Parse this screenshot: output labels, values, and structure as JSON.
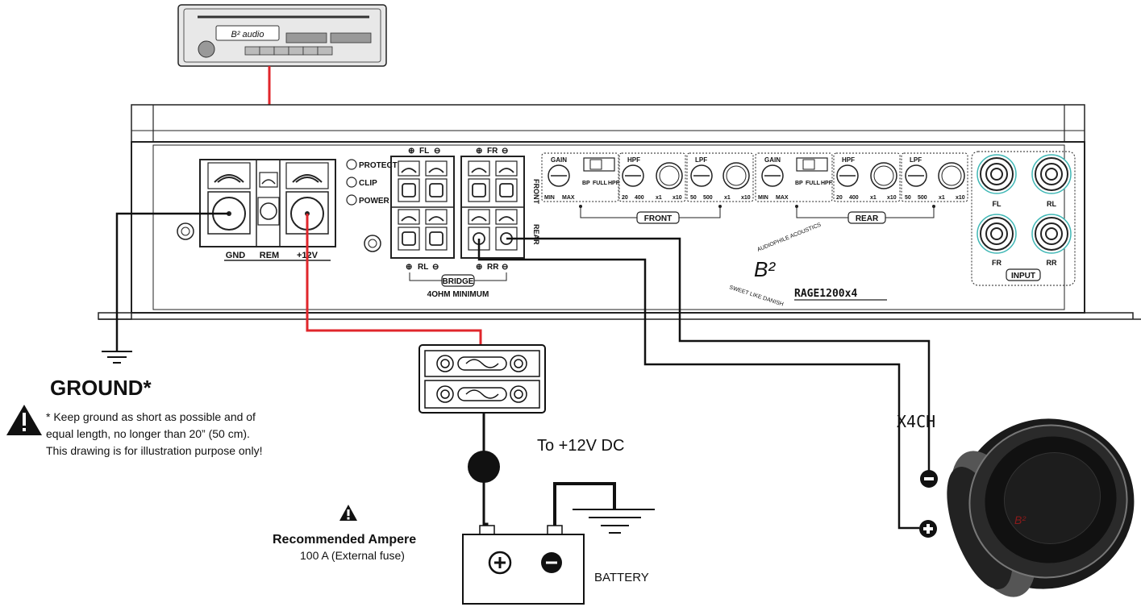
{
  "head_unit": {
    "brand": "B² audio"
  },
  "amplifier": {
    "model": "RAGE1200x4",
    "brand_top": "AUDIOPHILE ACOUSTICS",
    "brand_mark": "B²",
    "brand_bottom": "SWEET LIKE DANISH",
    "power_labels": {
      "gnd": "GND",
      "rem": "REM",
      "plus12v": "+12V"
    },
    "leds": [
      "PROTECT",
      "CLIP",
      "POWER"
    ],
    "speaker_terminals": {
      "fl": "FL",
      "fr": "FR",
      "rl": "RL",
      "rr": "RR",
      "plus": "⊕",
      "minus": "⊖",
      "front": "FRONT",
      "rear": "REAR",
      "bridge": "BRIDGE",
      "min_ohm": "4OHM MINIMUM"
    },
    "controls": {
      "gain": "GAIN",
      "gain_min": "MIN",
      "gain_max": "MAX",
      "bp": "BP",
      "full": "FULL",
      "hpf_sw": "HPF",
      "hpf": "HPF",
      "hpf_lo": "20",
      "hpf_hi": "400",
      "lpf": "LPF",
      "lpf_lo": "50",
      "lpf_hi": "500",
      "x1": "x1",
      "x10": "x10",
      "front_group": "FRONT",
      "rear_group": "REAR"
    },
    "inputs": {
      "fl": "FL",
      "rl": "RL",
      "fr": "FR",
      "rr": "RR",
      "label": "INPUT"
    }
  },
  "ground": {
    "title": "GROUND*",
    "note_line1": "* Keep ground as short as possible and of",
    "note_line2": "equal length, no longer than 20” (50 cm).",
    "note_line3": "This drawing is for illustration purpose only!"
  },
  "power": {
    "to_dc": "To +12V DC",
    "recommended_title": "Recommended Ampere",
    "recommended_value": "100 A (External fuse)",
    "battery": "BATTERY"
  },
  "subwoofer": {
    "channels": "X4CH"
  },
  "colors": {
    "power_wire": "#e0262b",
    "ground_wire": "#111111",
    "input_ring": "#3fb7b5"
  }
}
